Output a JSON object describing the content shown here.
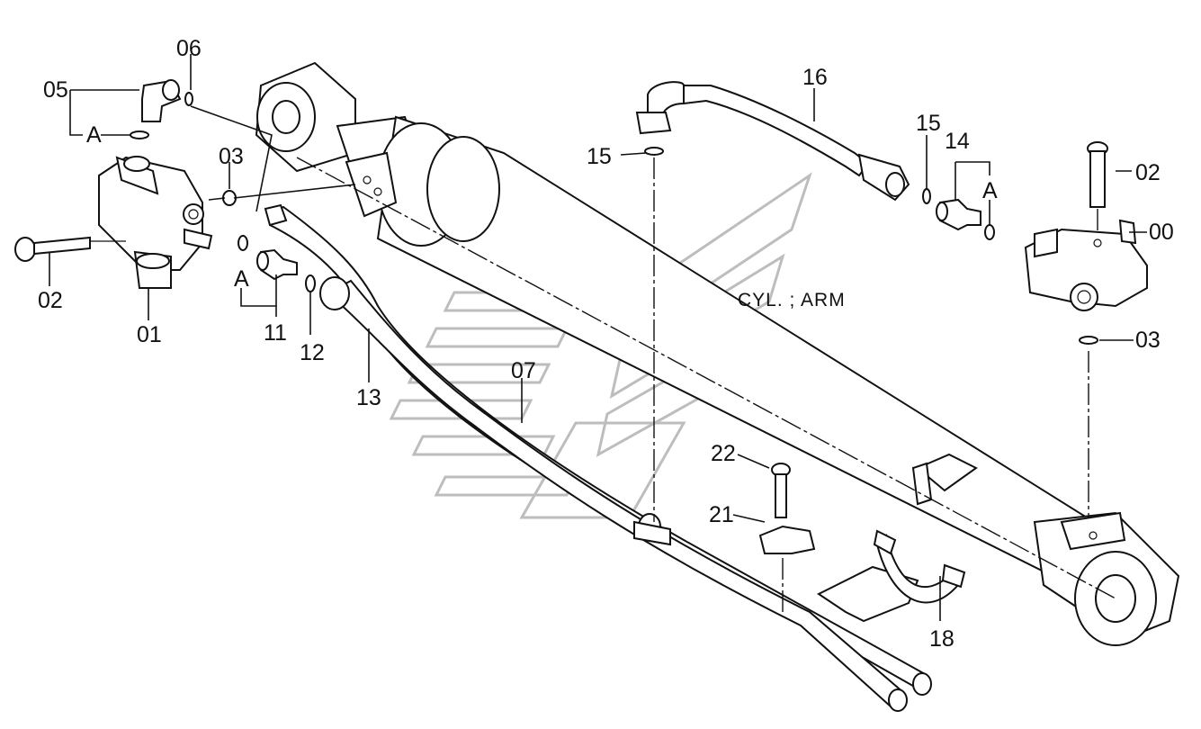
{
  "caption": "CYL. ; ARM",
  "callouts": {
    "p00": "00",
    "p01": "01",
    "p02_left": "02",
    "p02_right": "02",
    "p03_top": "03",
    "p03_right": "03",
    "p05": "05",
    "p06": "06",
    "p07": "07",
    "p11": "11",
    "p12": "12",
    "p13": "13",
    "p14": "14",
    "p15_left": "15",
    "p15_right": "15",
    "p16": "16",
    "p18": "18",
    "p21": "21",
    "p22": "22",
    "refA_left": "A",
    "refA_lower": "A",
    "refA_right": "A"
  }
}
